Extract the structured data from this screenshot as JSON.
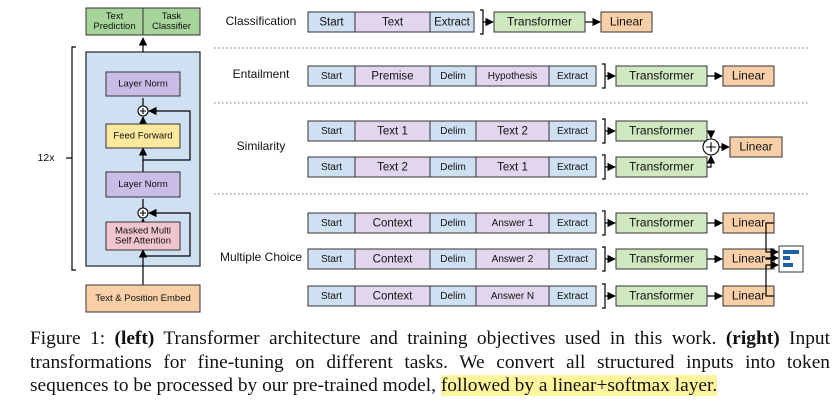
{
  "left": {
    "heads": [
      "Text\nPrediction",
      "Task\nClassifier"
    ],
    "layer_norm_top": "Layer Norm",
    "feed_forward": "Feed Forward",
    "layer_norm_bottom": "Layer Norm",
    "attention": "Masked Multi\nSelf Attention",
    "embed": "Text & Position Embed",
    "repeat": "12x",
    "plus": "+"
  },
  "right": {
    "tasks": [
      {
        "name": "Classification",
        "sequences": [
          {
            "tokens": [
              "Start",
              "Text",
              "Extract"
            ],
            "model": "Transformer"
          }
        ],
        "linear": "Linear",
        "combine": "none"
      },
      {
        "name": "Entailment",
        "sequences": [
          {
            "tokens": [
              "Start",
              "Premise",
              "Delim",
              "Hypothesis",
              "Extract"
            ],
            "model": "Transformer"
          }
        ],
        "linear": "Linear",
        "combine": "none"
      },
      {
        "name": "Similarity",
        "sequences": [
          {
            "tokens": [
              "Start",
              "Text 1",
              "Delim",
              "Text 2",
              "Extract"
            ],
            "model": "Transformer"
          },
          {
            "tokens": [
              "Start",
              "Text 2",
              "Delim",
              "Text 1",
              "Extract"
            ],
            "model": "Transformer"
          }
        ],
        "linear": "Linear",
        "combine": "sum"
      },
      {
        "name": "Multiple Choice",
        "sequences": [
          {
            "tokens": [
              "Start",
              "Context",
              "Delim",
              "Answer 1",
              "Extract"
            ],
            "model": "Transformer",
            "linear": "Linear"
          },
          {
            "tokens": [
              "Start",
              "Context",
              "Delim",
              "Answer 2",
              "Extract"
            ],
            "model": "Transformer",
            "linear": "Linear"
          },
          {
            "tokens": [
              "Start",
              "Context",
              "Delim",
              "Answer N",
              "Extract"
            ],
            "model": "Transformer",
            "linear": "Linear"
          }
        ],
        "combine": "softmax"
      }
    ]
  },
  "caption": {
    "prefix": "Figure 1: ",
    "left_tag": "(left)",
    "text1": " Transformer architecture and training objectives used in this work. ",
    "right_tag": "(right)",
    "text2": " Input transformations for fine-tuning on different tasks.  We convert all structured inputs into token sequences to be processed by our pre-trained model, ",
    "highlight": "followed by a linear+softmax layer.",
    "highlight_color": "#fff59d"
  },
  "colors": {
    "start_fill": "#cfe0f3",
    "text_fill": "#e2d6ef",
    "transformer_fill": "#cfe8bf",
    "linear_fill": "#f9cfa8",
    "block_bg": "#cfe0f3",
    "layernorm_fill": "#c8bde6",
    "feedforward_fill": "#fbe89c",
    "attention_fill": "#f1c5ce",
    "head_fill": "#a6d49a",
    "embed_fill": "#f9cfa8"
  }
}
